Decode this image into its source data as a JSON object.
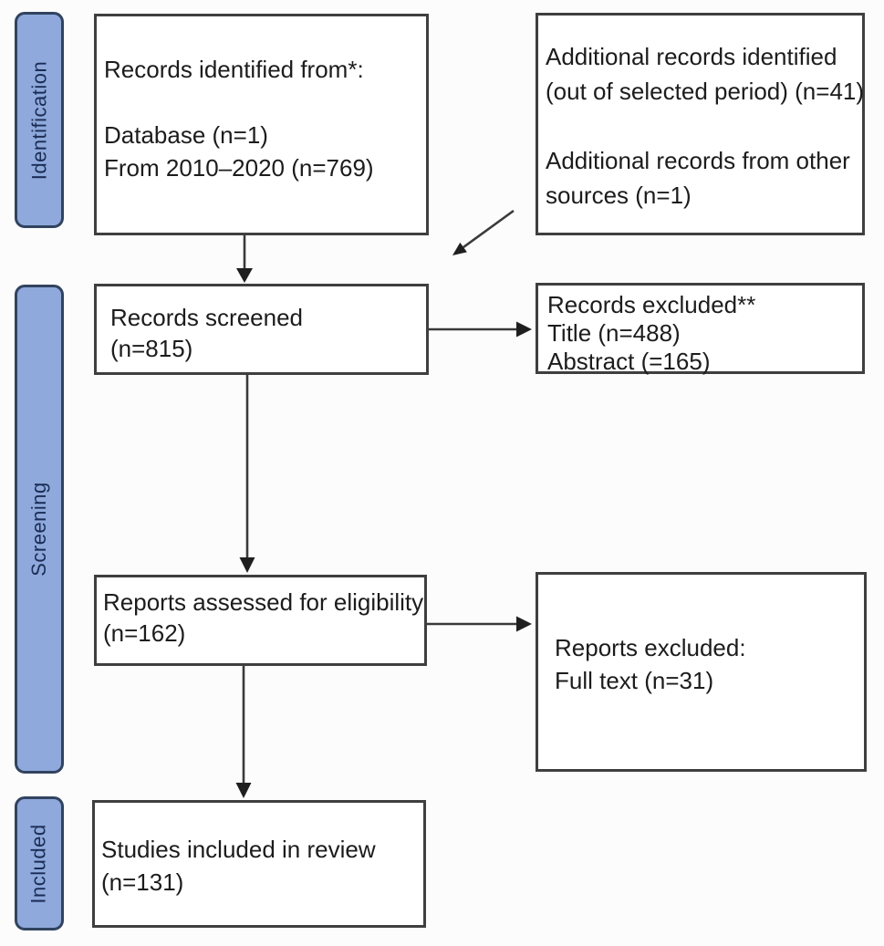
{
  "colors": {
    "stage_fill": "#8fa9dc",
    "stage_border": "#31435f",
    "stage_text": "#1b2c55",
    "box_border": "#3f3f3f",
    "box_bg": "#ffffff",
    "text": "#1c1c1c",
    "arrow": "#3a3a3a",
    "background": "#fcfcfc"
  },
  "stages": [
    {
      "id": "identification",
      "label": "Identification"
    },
    {
      "id": "screening",
      "label": "Screening"
    },
    {
      "id": "included",
      "label": "Included"
    }
  ],
  "boxes": {
    "records_identified": {
      "lines": [
        "Records identified from*:",
        "",
        "Database (n=1)",
        "From 2010–2020 (n=769)"
      ]
    },
    "additional_records": {
      "lines": [
        "Additional records identified",
        "(out of selected period) (n=41)",
        "",
        "Additional records from other",
        "sources (n=1)"
      ]
    },
    "records_screened": {
      "lines": [
        "Records screened",
        "(n=815)"
      ]
    },
    "records_excluded": {
      "lines": [
        "Records excluded**",
        "Title (n=488)",
        "Abstract (=165)"
      ]
    },
    "reports_assessed": {
      "lines": [
        "Reports assessed for eligibility",
        "(n=162)"
      ]
    },
    "reports_excluded": {
      "lines": [
        "Reports excluded:",
        "Full text (n=31)"
      ]
    },
    "studies_included": {
      "lines": [
        "Studies included in review",
        "(n=131)"
      ]
    }
  }
}
